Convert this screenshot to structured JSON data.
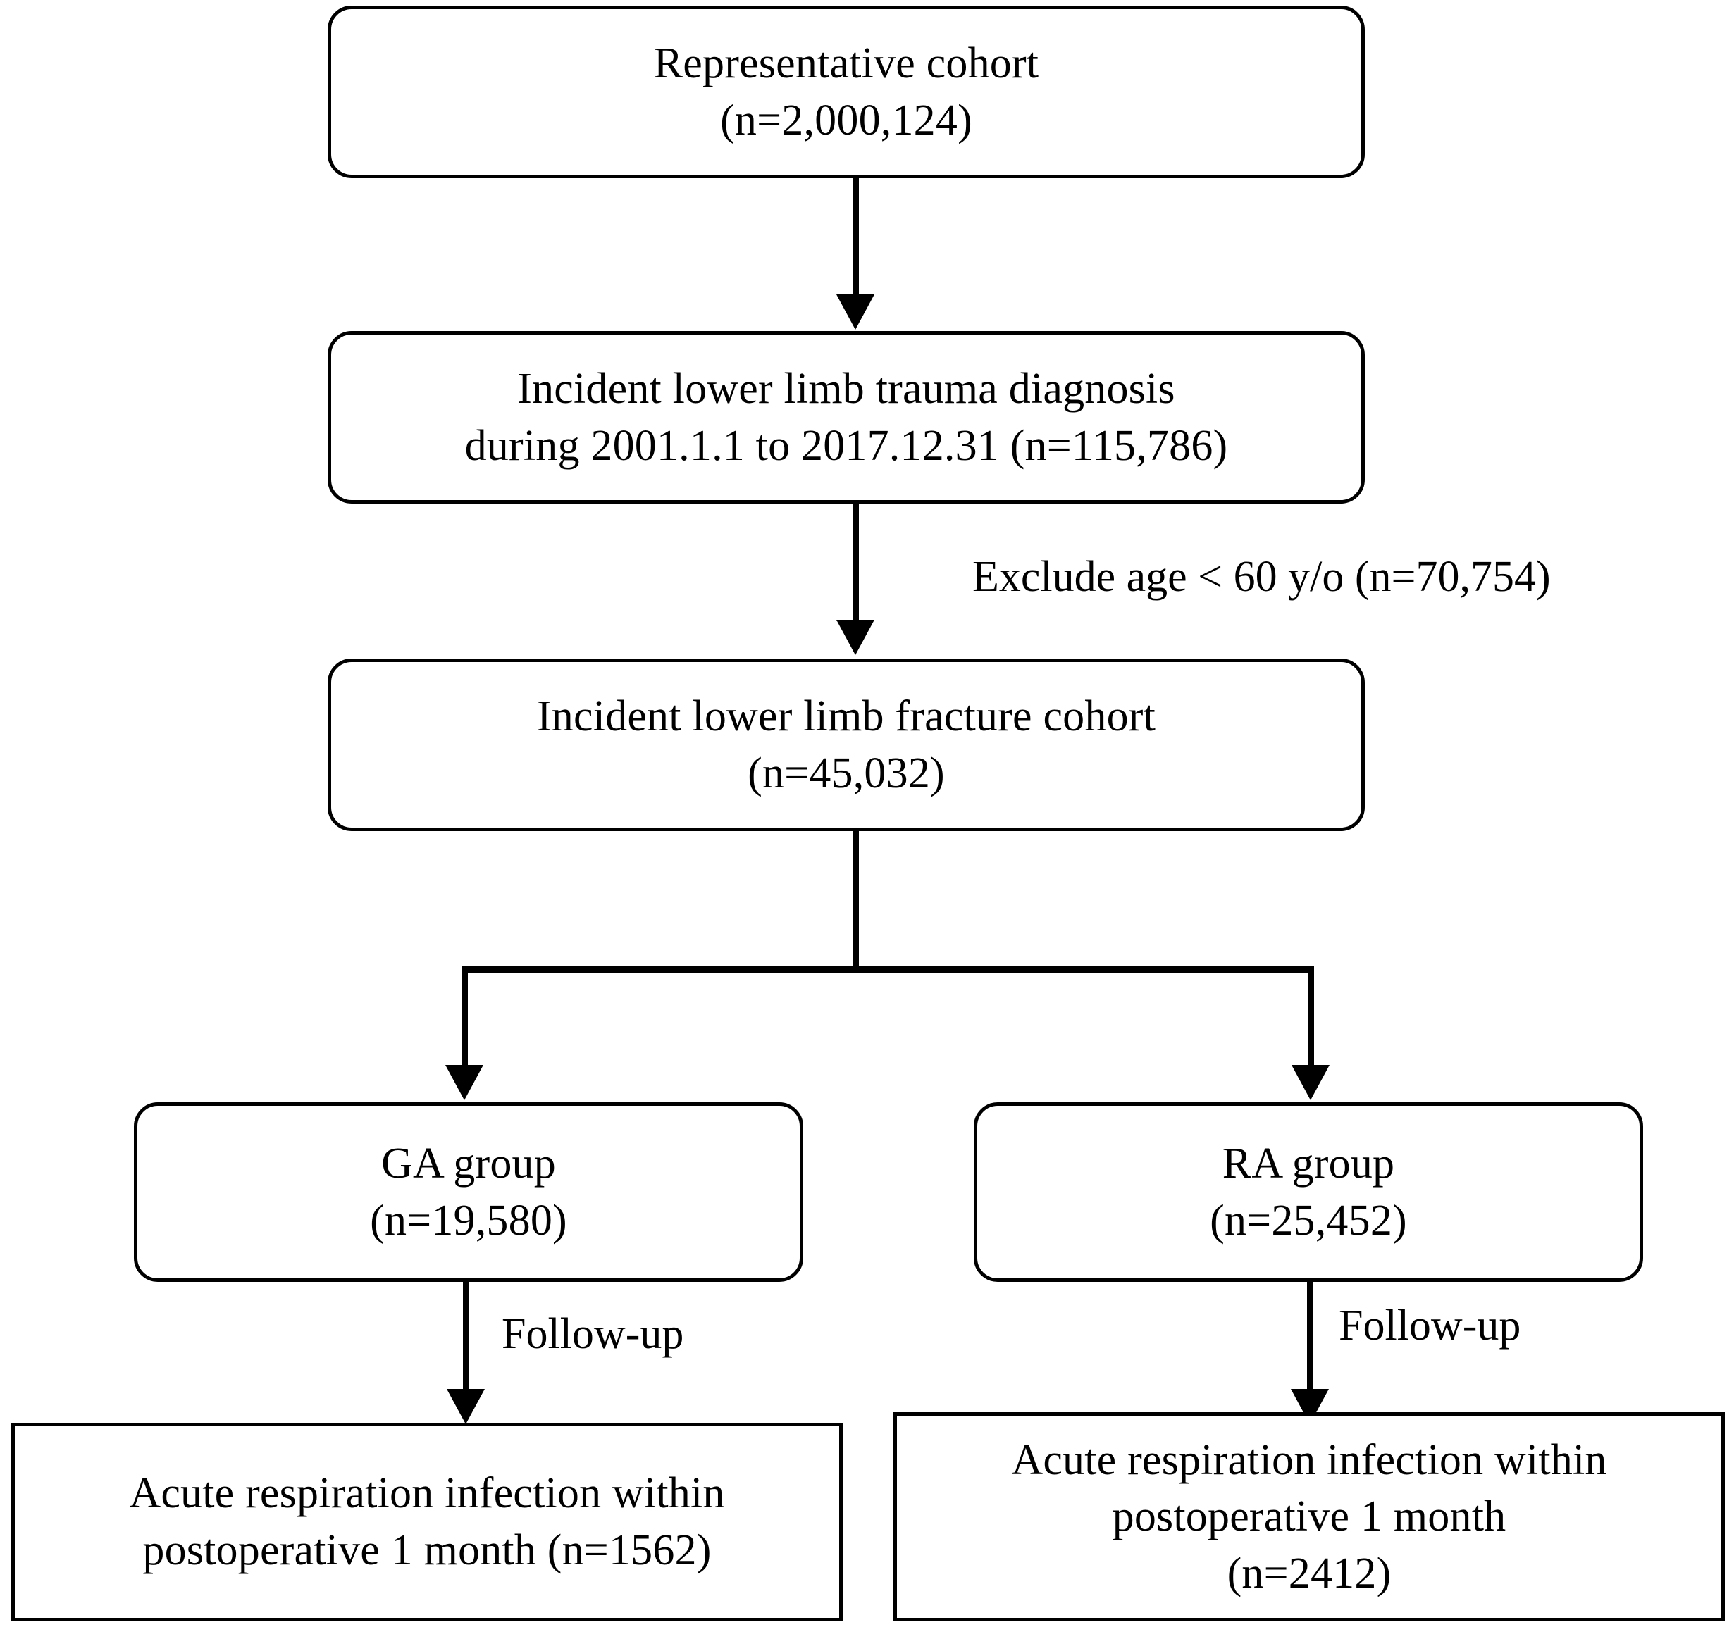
{
  "diagram": {
    "type": "flowchart",
    "title": "Study cohort selection flow diagram",
    "orientation": "top-to-bottom",
    "accent_color": "#000000",
    "background_color": "#ffffff"
  },
  "nodes": {
    "representative_cohort": {
      "line1": "Representative cohort",
      "line2": "(n=2,000,124)",
      "shape": "rounded-rectangle"
    },
    "incident_trauma": {
      "line1": "Incident lower limb trauma diagnosis",
      "line2": "during 2001.1.1 to 2017.12.31 (n=115,786)",
      "shape": "rounded-rectangle"
    },
    "fracture_cohort": {
      "line1": "Incident lower limb fracture cohort",
      "line2": "(n=45,032)",
      "shape": "rounded-rectangle"
    },
    "ga_group": {
      "line1": "GA group",
      "line2": "(n=19,580)",
      "shape": "rounded-rectangle"
    },
    "ra_group": {
      "line1": "RA group",
      "line2": "(n=25,452)",
      "shape": "rounded-rectangle"
    },
    "ga_outcome": {
      "line1": "Acute respiration infection within",
      "line2": "postoperative 1 month (n=1562)",
      "shape": "rectangle"
    },
    "ra_outcome": {
      "line1": "Acute respiration infection within",
      "line2": "postoperative 1 month",
      "line3": "(n=2412)",
      "shape": "rectangle"
    }
  },
  "edge_labels": {
    "exclusion": "Exclude age < 60 y/o (n=70,754)",
    "followup_left": "Follow-up",
    "followup_right": "Follow-up"
  },
  "counts": {
    "representative_cohort": 2000124,
    "incident_trauma": 115786,
    "excluded_under_60": 70754,
    "fracture_cohort": 45032,
    "ga_group": 19580,
    "ra_group": 25452,
    "ga_outcome": 1562,
    "ra_outcome": 2412
  }
}
